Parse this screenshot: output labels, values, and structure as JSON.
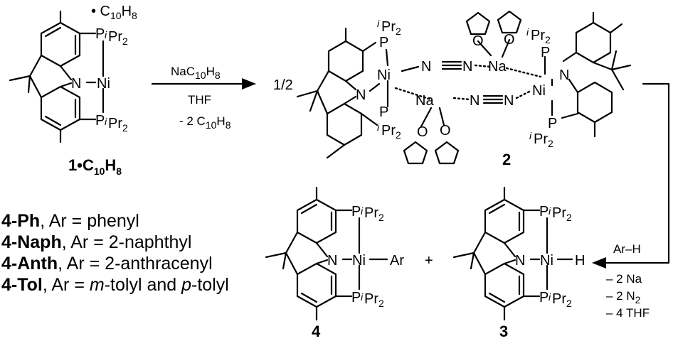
{
  "reactant": {
    "label_main": "1•C",
    "label_sub": "10",
    "label_tail": "H",
    "label_sub2": "8",
    "solvate_text": "• C",
    "solvate_sub1": "10",
    "solvate_tail": "H",
    "solvate_sub2": "8"
  },
  "atoms": {
    "p": "P",
    "ipr": "iPr",
    "two": "2",
    "n": "N",
    "ni": "Ni",
    "na": "Na",
    "o": "O",
    "h": "H",
    "ar": "Ar"
  },
  "step1": {
    "reagent_main": "NaC",
    "reagent_sub1": "10",
    "reagent_tail": "H",
    "reagent_sub2": "8",
    "solvent": "THF",
    "byproduct": "- 2 C",
    "byproduct_sub1": "10",
    "byproduct_tail": "H",
    "byproduct_sub2": "8"
  },
  "dimer": {
    "prefix": "1/2",
    "label": "2"
  },
  "step2": {
    "reagent": "Ar–H",
    "loss1": "– 2 Na",
    "loss2_main": "– 2 N",
    "loss2_sub": "2",
    "loss3": "– 4 THF"
  },
  "products": {
    "aryl_label": "4",
    "hydride_label": "3",
    "plus": "+"
  },
  "legend": [
    {
      "code": "4-Ph",
      "text": ", Ar = phenyl"
    },
    {
      "code": "4-Naph",
      "text": ", Ar = 2-naphthyl"
    },
    {
      "code": "4-Anth",
      "text": ", Ar = 2-anthracenyl"
    },
    {
      "code": "4-Tol",
      "text_a": ", Ar = ",
      "italic_a": "m",
      "text_b": "-tolyl and ",
      "italic_b": "p",
      "text_c": "-tolyl"
    }
  ]
}
